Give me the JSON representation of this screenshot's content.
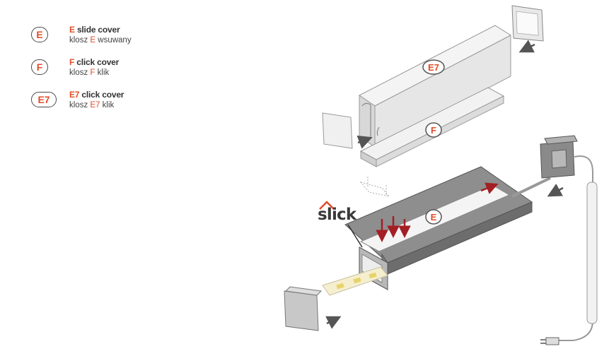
{
  "legend": [
    {
      "code": "E",
      "title_code": "E",
      "title_rest": " slide cover",
      "sub_pre": "klosz ",
      "sub_code": "E",
      "sub_post": " wsuwany"
    },
    {
      "code": "F",
      "title_code": "F",
      "title_rest": " click cover",
      "sub_pre": "klosz ",
      "sub_code": "F",
      "sub_post": " klik"
    },
    {
      "code": "E7",
      "title_code": "E7",
      "title_rest": " click cover",
      "sub_pre": "klosz ",
      "sub_code": "E7",
      "sub_post": " klik"
    }
  ],
  "diagram": {
    "labels": {
      "e7": "E7",
      "f": "F",
      "e": "E"
    },
    "brand": "slick"
  },
  "colors": {
    "accent": "#e24d2a",
    "arrow": "#555555",
    "red_arrow": "#a31f24"
  }
}
